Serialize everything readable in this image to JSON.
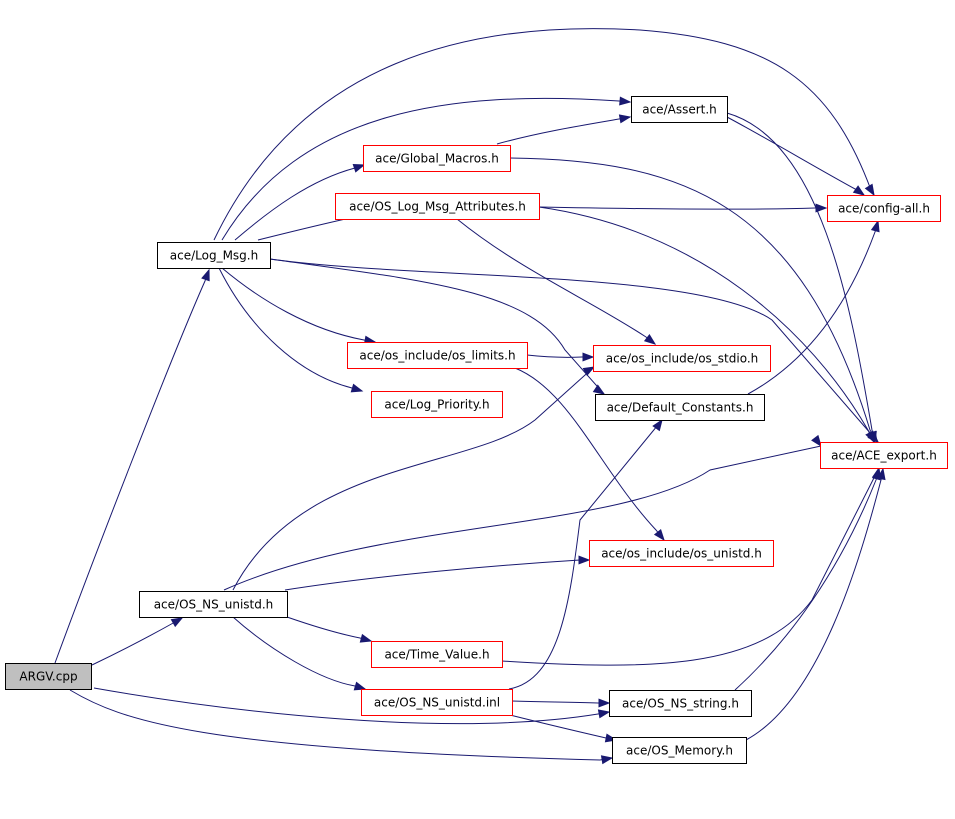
{
  "graph": {
    "nodes": [
      {
        "id": "argv",
        "label": "ARGV.cpp",
        "style": "root"
      },
      {
        "id": "logmsg",
        "label": "ace/Log_Msg.h",
        "style": "documented"
      },
      {
        "id": "osnsunistd",
        "label": "ace/OS_NS_unistd.h",
        "style": "documented"
      },
      {
        "id": "assert",
        "label": "ace/Assert.h",
        "style": "documented"
      },
      {
        "id": "globalmacros",
        "label": "ace/Global_Macros.h",
        "style": "external"
      },
      {
        "id": "oslogmsgattr",
        "label": "ace/OS_Log_Msg_Attributes.h",
        "style": "external"
      },
      {
        "id": "configall",
        "label": "ace/config-all.h",
        "style": "external"
      },
      {
        "id": "oslimits",
        "label": "ace/os_include/os_limits.h",
        "style": "external"
      },
      {
        "id": "osstdio",
        "label": "ace/os_include/os_stdio.h",
        "style": "external"
      },
      {
        "id": "logpriority",
        "label": "ace/Log_Priority.h",
        "style": "external"
      },
      {
        "id": "defconst",
        "label": "ace/Default_Constants.h",
        "style": "documented"
      },
      {
        "id": "aceexport",
        "label": "ace/ACE_export.h",
        "style": "external"
      },
      {
        "id": "osunistd",
        "label": "ace/os_include/os_unistd.h",
        "style": "external"
      },
      {
        "id": "timevalue",
        "label": "ace/Time_Value.h",
        "style": "external"
      },
      {
        "id": "osnsunistdinl",
        "label": "ace/OS_NS_unistd.inl",
        "style": "external"
      },
      {
        "id": "osnsstring",
        "label": "ace/OS_NS_string.h",
        "style": "documented"
      },
      {
        "id": "osmemory",
        "label": "ace/OS_Memory.h",
        "style": "documented"
      }
    ],
    "edges": [
      {
        "from": "argv",
        "to": "logmsg"
      },
      {
        "from": "argv",
        "to": "osnsunistd"
      },
      {
        "from": "argv",
        "to": "osnsstring"
      },
      {
        "from": "argv",
        "to": "osmemory"
      },
      {
        "from": "logmsg",
        "to": "assert"
      },
      {
        "from": "logmsg",
        "to": "globalmacros"
      },
      {
        "from": "logmsg",
        "to": "oslogmsgattr"
      },
      {
        "from": "logmsg",
        "to": "configall"
      },
      {
        "from": "logmsg",
        "to": "oslimits"
      },
      {
        "from": "logmsg",
        "to": "logpriority"
      },
      {
        "from": "logmsg",
        "to": "defconst"
      },
      {
        "from": "logmsg",
        "to": "aceexport"
      },
      {
        "from": "globalmacros",
        "to": "assert"
      },
      {
        "from": "globalmacros",
        "to": "aceexport"
      },
      {
        "from": "assert",
        "to": "configall"
      },
      {
        "from": "assert",
        "to": "aceexport"
      },
      {
        "from": "oslogmsgattr",
        "to": "configall"
      },
      {
        "from": "oslogmsgattr",
        "to": "osstdio"
      },
      {
        "from": "oslogmsgattr",
        "to": "aceexport"
      },
      {
        "from": "oslimits",
        "to": "osstdio"
      },
      {
        "from": "oslimits",
        "to": "osunistd"
      },
      {
        "from": "defconst",
        "to": "configall"
      },
      {
        "from": "osnsunistd",
        "to": "osstdio"
      },
      {
        "from": "osnsunistd",
        "to": "aceexport"
      },
      {
        "from": "osnsunistd",
        "to": "osunistd"
      },
      {
        "from": "osnsunistd",
        "to": "timevalue"
      },
      {
        "from": "osnsunistd",
        "to": "osnsunistdinl"
      },
      {
        "from": "timevalue",
        "to": "aceexport"
      },
      {
        "from": "osnsunistdinl",
        "to": "defconst"
      },
      {
        "from": "osnsunistdinl",
        "to": "osnsstring"
      },
      {
        "from": "osnsunistdinl",
        "to": "osmemory"
      },
      {
        "from": "osnsstring",
        "to": "aceexport"
      },
      {
        "from": "osmemory",
        "to": "aceexport"
      }
    ]
  },
  "colors": {
    "edge": "#191970",
    "root_fill": "#bfbfbf",
    "root_border": "#000000",
    "documented_border": "#000000",
    "external_border": "#ff0000",
    "node_fill": "#ffffff"
  }
}
